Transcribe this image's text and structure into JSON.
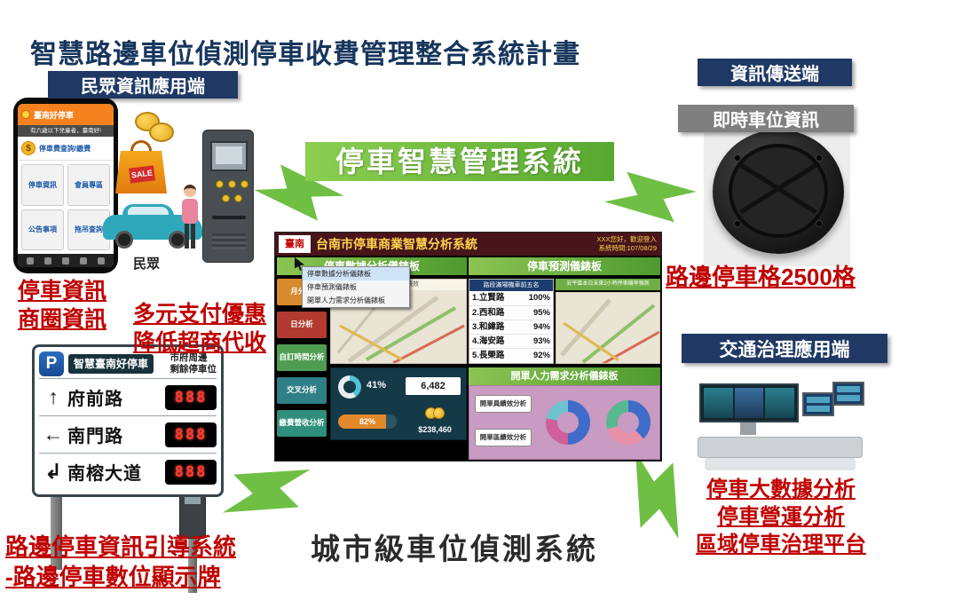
{
  "colors": {
    "accent_green": "#6fbf44",
    "navy": "#1f3864",
    "red": "#c00000",
    "badge_gray": "#7f7f7f"
  },
  "title": "智慧路邊車位偵測停車收費管理整合系統計畫",
  "left": {
    "badge": "民眾資訊應用端",
    "sale_tag": "SALE",
    "crowd_label": "民眾",
    "phone": {
      "header": "臺南好停車",
      "banner": "有六歲以下兒童者，臺南好!",
      "pay_row": "停車費查詢/繳費",
      "buttons": [
        "停車資訊",
        "會員專區",
        "公告事項",
        "拖吊查詢"
      ]
    },
    "captions": {
      "parking_info": "停車資訊",
      "district_info": "商圈資訊",
      "pay1": "多元支付優惠",
      "pay2": "降低超商代收",
      "guide1": "路邊停車資訊引導系統",
      "guide2": "-路邊停車數位顯示牌"
    },
    "sign": {
      "p": "P",
      "brand": "智慧臺南好停車",
      "note1": "市府周邊",
      "note2": "剩餘停車位",
      "rows": [
        {
          "arrow": "↑",
          "name": "府前路",
          "digits": "888"
        },
        {
          "arrow": "←",
          "name": "南門路",
          "digits": "888"
        },
        {
          "arrow": "↲",
          "name": "南榕大道",
          "digits": "888"
        }
      ]
    }
  },
  "center": {
    "banner": "停車智慧管理系統",
    "city_system": "城市級車位偵測系統"
  },
  "dashboard": {
    "logo": "臺南",
    "header_title": "台南市停車商業智慧分析系統",
    "welcome": "XXX您好，歡迎登入",
    "systime": "系統時間:107/08/29",
    "left_title": "停車數據分析儀錶板",
    "dropdown": [
      "停車數據分析儀錶板",
      "停車預測儀錶板",
      "開單人力需求分析儀錶板"
    ],
    "menu": [
      "月分析",
      "日分析",
      "自訂時間分析",
      "交叉分析",
      "繳費營收分析"
    ],
    "map_label": "8月份路段績效",
    "kpi": {
      "gauge": "41%",
      "count": "6,482",
      "rate": "82%",
      "revenue": "$238,460"
    },
    "right_title": "停車預測儀錶板",
    "list_header": "路段滿場機車前五名",
    "list_subheader": "安平區本日未來2小時停車機率預測",
    "predictions": [
      {
        "name": "1.立賢路",
        "value": "100%"
      },
      {
        "name": "2.西和路",
        "value": "95%"
      },
      {
        "name": "3.和緯路",
        "value": "94%"
      },
      {
        "name": "4.海安路",
        "value": "93%"
      },
      {
        "name": "5.長榮路",
        "value": "92%"
      }
    ],
    "manpower_title": "開單人力需求分析儀錶板",
    "manpower_buttons": [
      "開單員績效分析",
      "開單區績效分析"
    ]
  },
  "right": {
    "badge_transmit": "資訊傳送端",
    "badge_realtime": "即時車位資訊",
    "sensor_caption": "路邊停車格2500格",
    "badge_traffic": "交通治理應用端",
    "captions": [
      "停車大數據分析",
      "停車營運分析",
      "區域停車治理平台"
    ]
  }
}
